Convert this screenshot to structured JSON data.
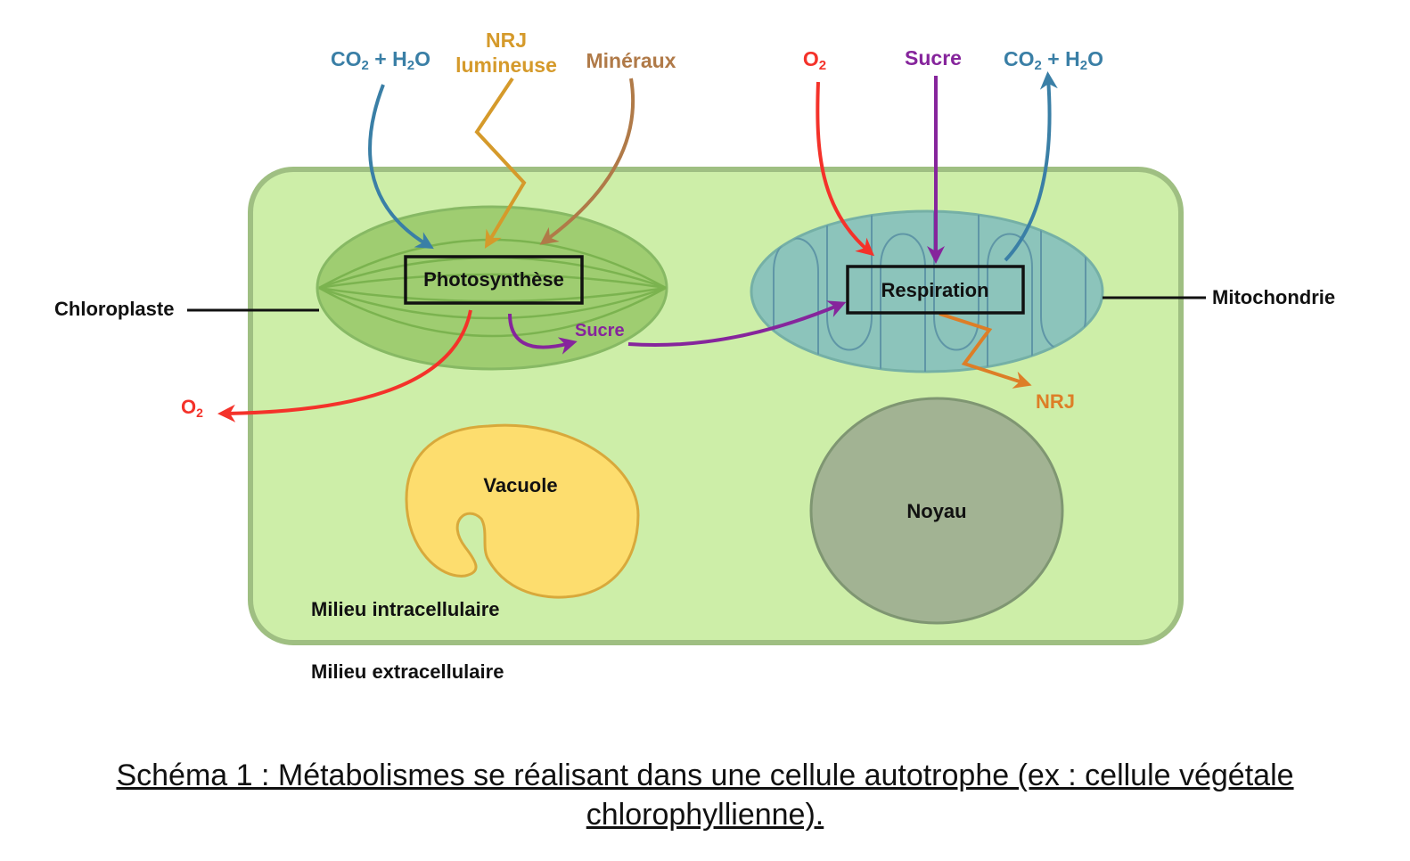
{
  "colors": {
    "blue": "#3a7fa6",
    "gold": "#d59a2b",
    "brown": "#b07a48",
    "red": "#f4322a",
    "purple": "#86259c",
    "orange": "#dd7e27",
    "cell_fill": "#cdeea8",
    "cell_border": "#9fbf82",
    "chloroplast_fill": "#9fcd71",
    "mito_fill": "#8cc4bb",
    "vacuole_fill": "#fddd6e",
    "noyau_fill": "#a2b393"
  },
  "inputs_photosynthese": {
    "co2_h2o": {
      "co": "CO",
      "sub2": "2",
      "plus": " + H",
      "sub2b": "2",
      "o": "O"
    },
    "nrj_line1": "NRJ",
    "nrj_line2": "lumineuse",
    "mineraux": "Minéraux"
  },
  "inputs_respiration": {
    "o2": {
      "o": "O",
      "sub": "2"
    },
    "sucre": "Sucre",
    "co2_h2o": {
      "co": "CO",
      "sub2": "2",
      "plus": " + H",
      "sub2b": "2",
      "o": "O"
    }
  },
  "organelles": {
    "photosynthese_box": "Photosynthèse",
    "respiration_box": "Respiration",
    "vacuole": "Vacuole",
    "noyau": "Noyau"
  },
  "labels": {
    "chloroplaste": "Chloroplaste",
    "mitochondrie": "Mitochondrie",
    "sucre_inner": "Sucre",
    "o2_out": {
      "o": "O",
      "sub": "2"
    },
    "nrj_out": "NRJ",
    "milieu_intra": "Milieu intracellulaire",
    "milieu_extra": "Milieu extracellulaire"
  },
  "caption": {
    "line1": "Schéma 1 : Métabolismes se réalisant dans une cellule autotrophe (ex : cellule végétale",
    "line2": "chlorophyllienne)."
  }
}
